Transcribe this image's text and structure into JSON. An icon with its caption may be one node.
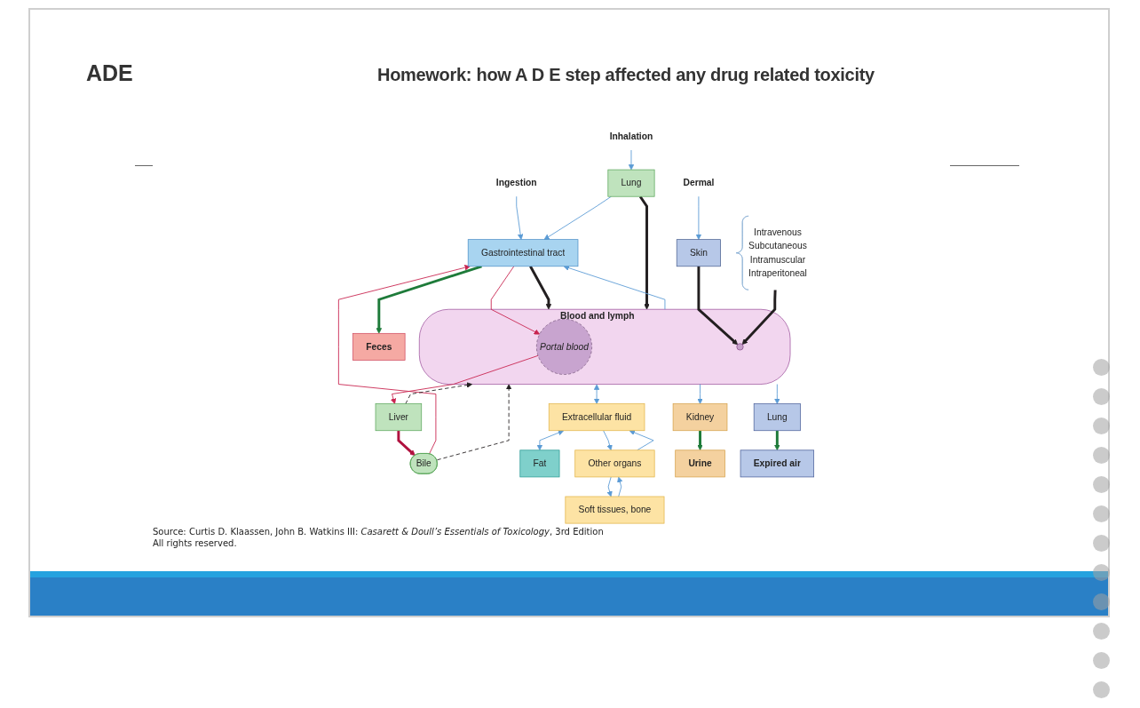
{
  "diagram": {
    "title": "ADE",
    "caption": "Source: Curtis D. Klaassen, John B. Watkins III: *Casarett & Doull’s Essentials of Toxicology*, 3rd Edition",
    "nodes": [
      {
        "text": [
          "Ingestion"
        ]
      },
      {
        "text": [
          "Inhalation"
        ]
      },
      {
        "text": [
          "Dermal"
        ]
      },
      {
        "text": [
          "Intravenous",
          "Subcutaneous",
          "Intramuscular",
          "Intraperitoneal"
        ]
      },
      {
        "text": [
          "Gastrointestinal tract"
        ]
      },
      {
        "text": [
          "Lung"
        ]
      },
      {
        "text": [
          "Skin"
        ]
      },
      {
        "text": [
          "Blood and lymph"
        ]
      },
      {
        "text": [
          "Portal blood"
        ],
        "in": 7
      },
      {
        "text": [],
        "shape": "circle",
        "in": 7
      },
      {
        "text": [
          "Liver"
        ]
      },
      {
        "text": [
          "Bile"
        ]
      },
      {
        "text": [
          "Extracellular fluid"
        ]
      },
      {
        "text": [
          "Fat"
        ]
      },
      {
        "text": [
          "Kidney"
        ]
      },
      {
        "text": [
          "Lung"
        ]
      },
      {
        "text": [
          "Other organs"
        ]
      },
      {
        "text": [
          "Feces"
        ]
      },
      {
        "text": [
          "Urine"
        ]
      },
      {
        "text": [
          "Expired air"
        ]
      },
      {
        "text": [
          "Soft tissues, bone"
        ]
      }
    ],
    "edges": [
      {
        "from": 0,
        "to": 4,
        "arrow": "to"
      },
      {
        "from": 1,
        "to": 5,
        "arrow": "to"
      },
      {
        "from": 2,
        "to": 6,
        "arrow": "to"
      },
      {
        "from": 5,
        "to": 4,
        "arrow": "to"
      },
      {
        "from": 4,
        "to": 7,
        "arrow": "to",
        "style": "thick",
        "color": "#231f20"
      },
      {
        "from": 5,
        "to": 7,
        "arrow": "to",
        "style": "thick",
        "color": "#231f20"
      },
      {
        "from": 6,
        "to": 9,
        "arrow": "to",
        "style": "thick",
        "color": "#231f20"
      },
      {
        "from": 3,
        "to": 9,
        "arrow": "to",
        "style": "thick",
        "color": "#231f20"
      },
      {
        "from": 4,
        "to": 8,
        "arrow": "to",
        "color": "#c8234f"
      },
      {
        "from": 8,
        "to": 10,
        "arrow": "to",
        "color": "#c8234f"
      },
      {
        "from": 10,
        "to": 11,
        "arrow": "to",
        "style": "thick",
        "color": "#b0123f"
      },
      {
        "from": 11,
        "to": 4,
        "arrow": "to",
        "color": "#c8234f"
      },
      {
        "from": 10,
        "to": 7,
        "arrow": "to",
        "style": "dashed",
        "color": "#231f20"
      },
      {
        "from": 11,
        "to": 7,
        "arrow": "to",
        "style": "dashed",
        "color": "#231f20"
      },
      {
        "from": 7,
        "to": 4,
        "arrow": "to"
      },
      {
        "from": 4,
        "to": 17,
        "arrow": "to",
        "style": "thick",
        "color": "#1e7b3a"
      },
      {
        "from": 7,
        "to": 14,
        "arrow": "to"
      },
      {
        "from": 7,
        "to": 15,
        "arrow": "to"
      },
      {
        "from": 14,
        "to": 18,
        "arrow": "to",
        "style": "thick",
        "color": "#1e7b3a"
      },
      {
        "from": 15,
        "to": 19,
        "arrow": "to",
        "style": "thick",
        "color": "#1e7b3a"
      },
      {
        "from": 7,
        "to": 12,
        "arrow": "both"
      },
      {
        "from": 12,
        "to": 13,
        "arrow": "both"
      },
      {
        "from": 16,
        "to": 12,
        "arrow": "to"
      },
      {
        "from": 12,
        "to": 16,
        "arrow": "to"
      },
      {
        "from": 20,
        "to": 16,
        "arrow": "to"
      },
      {
        "from": 16,
        "to": 20,
        "arrow": "to"
      }
    ],
    "labels": [
      "Homework: how A D E step affected any drug related toxicity",
      "All rights reserved."
    ]
  }
}
